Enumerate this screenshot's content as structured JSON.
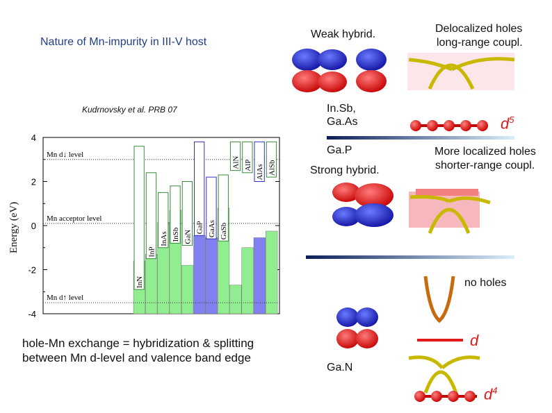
{
  "title": "Nature of Mn-impurity in III-V host",
  "citation": "Kudrnovsky et al. PRB 07",
  "colors": {
    "title": "#1f3d8a",
    "green_bar": "#90ee90",
    "blue_bar": "#8080ee",
    "lobe_red": "#e01a1a",
    "lobe_blue": "#1f2fd0",
    "ring": "#c8d400",
    "accent": "#e01a1a"
  },
  "chart_data": {
    "type": "bar",
    "ylabel": "Energy (eV)",
    "ylim": [
      -4,
      4
    ],
    "yticks": [
      "4",
      "2",
      "0",
      "-2",
      "-4"
    ],
    "levels": [
      {
        "label": "Mn d↓ level",
        "value": 3.0
      },
      {
        "label": "Mn acceptor level",
        "value": 0.1
      },
      {
        "label": "Mn d↑ level",
        "value": -3.5
      }
    ],
    "categories": [
      "InN",
      "InP",
      "InAs",
      "InSb",
      "GaN",
      "GaP",
      "GaAs",
      "GaSb",
      "AlN",
      "AlP",
      "AlAs",
      "AlSb"
    ],
    "series": [
      {
        "values": [
          -1.6,
          -1.3,
          0.15,
          0.7,
          -1.8,
          -0.45,
          -0.55,
          0.8,
          -2.7,
          -1.0,
          -0.55,
          -0.25
        ]
      }
    ],
    "bar_colors": [
      "green",
      "green",
      "green",
      "green",
      "green",
      "blue",
      "blue",
      "green",
      "green",
      "green",
      "blue",
      "green"
    ]
  },
  "labels": {
    "weak_hybrid": "Weak hybrid.",
    "delocalized_1": "Delocalized holes",
    "delocalized_2": "long-range coupl.",
    "insb": "In.Sb,",
    "gaas": "Ga.As",
    "d5": "d",
    "d5_sup": "5",
    "gap": "Ga.P",
    "strong_hybrid": "Strong hybrid.",
    "more_loc_1": "More localized holes",
    "more_loc_2": "shorter-range coupl.",
    "no_holes": "no holes",
    "d": "d",
    "gan": "Ga.N",
    "d4": "d",
    "d4_sup": "4"
  },
  "footnote": {
    "line1": "hole-Mn exchange = hybridization & splitting",
    "line2": "between Mn d-level and valence band edge"
  }
}
